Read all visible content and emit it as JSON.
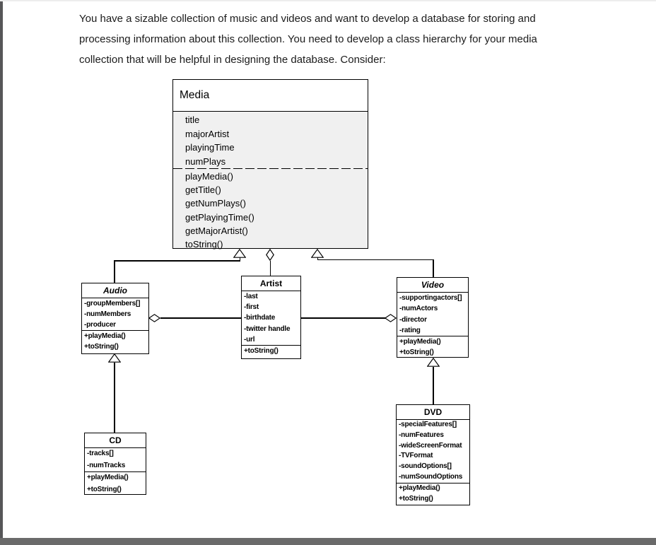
{
  "intro": {
    "lines": [
      "You have a sizable collection of music and videos and want to develop a database for storing and",
      "processing information about this collection. You need to develop a class hierarchy for your media",
      "collection that will be helpful in designing the database. Consider:"
    ]
  },
  "diagram": {
    "classes": {
      "media": {
        "name": "Media",
        "attributes": [
          "title",
          "majorArtist",
          "playingTime",
          "numPlays"
        ],
        "methods": [
          "playMedia()",
          "getTitle()",
          "getNumPlays()",
          "getPlayingTime()",
          "getMajorArtist()",
          "toString()"
        ]
      },
      "audio": {
        "name": "Audio",
        "attributes": [
          "-groupMembers[]",
          "-numMembers",
          "-producer"
        ],
        "methods": [
          "+playMedia()",
          "+toString()"
        ]
      },
      "artist": {
        "name": "Artist",
        "attributes": [
          "-last",
          "-first",
          "-birthdate",
          "-twitter handle",
          "-url"
        ],
        "methods": [
          "+toString()"
        ]
      },
      "video": {
        "name": "Video",
        "attributes": [
          "-supportingactors[]",
          "-numActors",
          "-director",
          "-rating"
        ],
        "methods": [
          "+playMedia()",
          "+toString()"
        ]
      },
      "cd": {
        "name": "CD",
        "attributes": [
          "-tracks[]",
          "-numTracks"
        ],
        "methods": [
          "+playMedia()",
          "+toString()"
        ]
      },
      "dvd": {
        "name": "DVD",
        "attributes": [
          "-specialFeatures[]",
          "-numFeatures",
          "-wideScreenFormat",
          "-TVFormat",
          "-soundOptions[]",
          "-numSoundOptions"
        ],
        "methods": [
          "+playMedia()",
          "+toString()"
        ]
      }
    },
    "colors": {
      "media_body_bg": "#f0f0f0",
      "line_color": "#000000"
    }
  },
  "page": {
    "background": "#ffffff",
    "top_edge_color": "#ededed",
    "left_edge_color": "#565658",
    "bottom_edge_color": "#6a6a6a"
  }
}
